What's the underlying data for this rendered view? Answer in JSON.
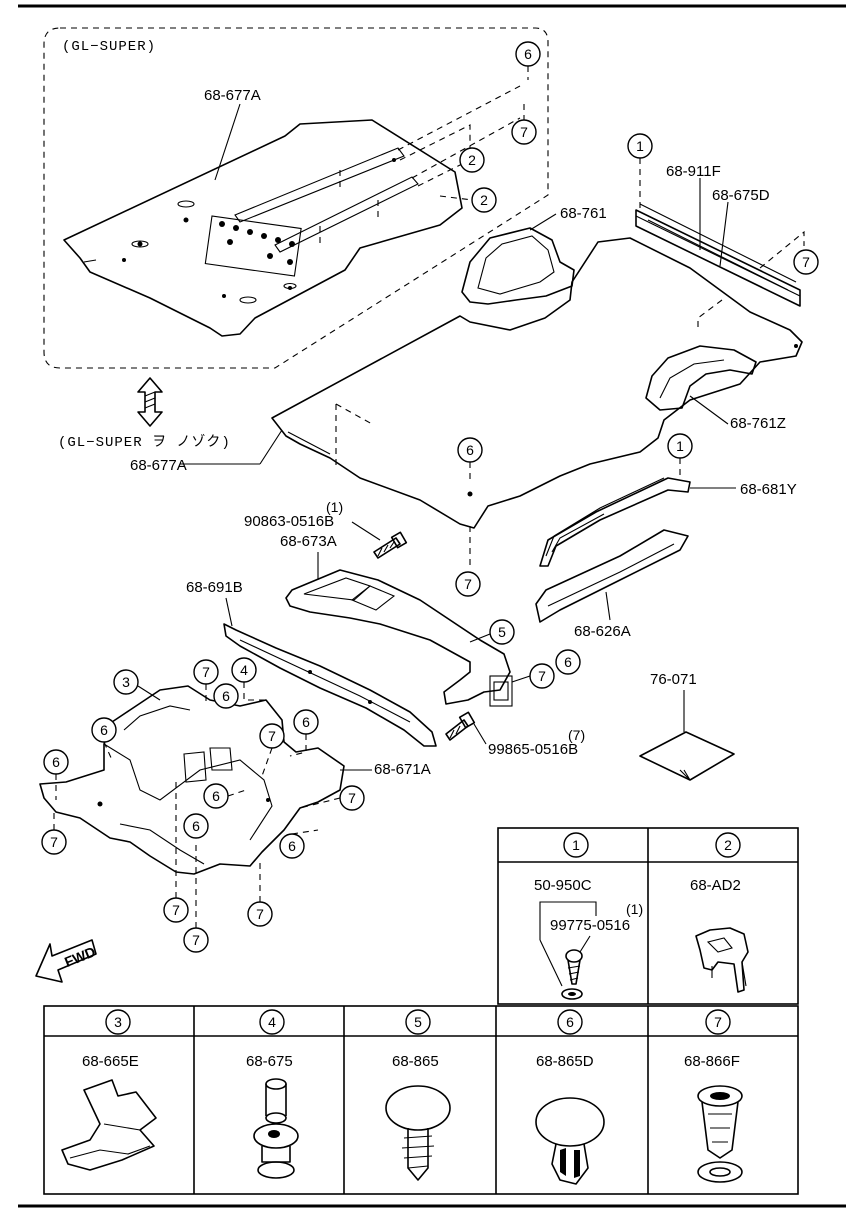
{
  "captions": {
    "gl_super": "(GL−SUPER)",
    "gl_super_nojk": "(GL−SUPER ヲ ノゾク)"
  },
  "parts": {
    "p68_677A_top": "68-677A",
    "p68_677A": "68-677A",
    "p68_761": "68-761",
    "p68_911F": "68-911F",
    "p68_675D": "68-675D",
    "p68_761Z": "68-761Z",
    "p68_681Y": "68-681Y",
    "p68_626A": "68-626A",
    "p90863": "90863-0516B",
    "p90863_qty": "(1)",
    "p68_673A": "68-673A",
    "p68_691B": "68-691B",
    "p99865": "99865-0516B",
    "p99865_qty": "(7)",
    "p76_071": "76-071",
    "p68_671A": "68-671A"
  },
  "callouts": {
    "c1": "1",
    "c2": "2",
    "c3": "3",
    "c4": "4",
    "c5": "5",
    "c6": "6",
    "c7": "7"
  },
  "fwd": "FWD",
  "legend": {
    "row1": [
      {
        "num": "1",
        "part": "50-950C",
        "sub": "99775-0516",
        "sub_qty": "(1)"
      },
      {
        "num": "2",
        "part": "68-AD2"
      }
    ],
    "row2": [
      {
        "num": "3",
        "part": "68-665E"
      },
      {
        "num": "4",
        "part": "68-675"
      },
      {
        "num": "5",
        "part": "68-865"
      },
      {
        "num": "6",
        "part": "68-865D"
      },
      {
        "num": "7",
        "part": "68-866F"
      }
    ]
  }
}
